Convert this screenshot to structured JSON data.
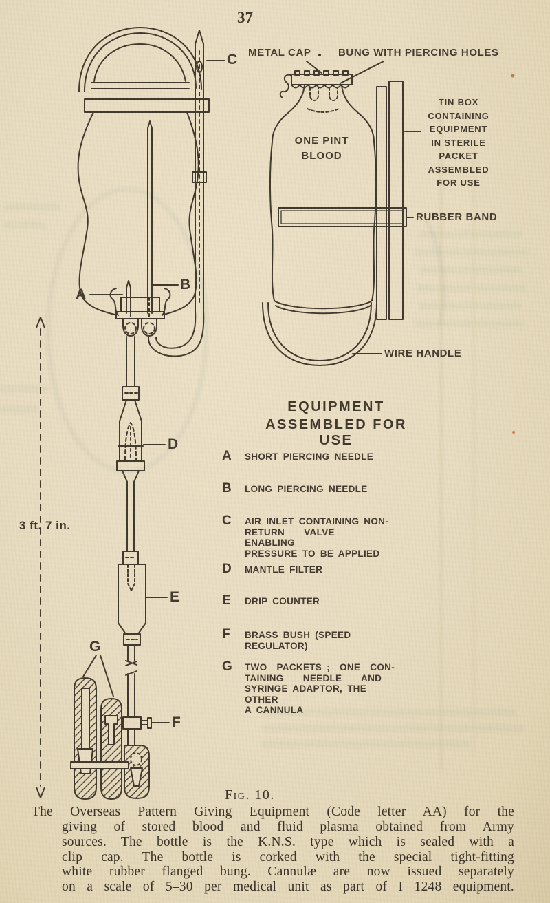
{
  "page": {
    "number": "37"
  },
  "diagram": {
    "labels": {
      "a": "A",
      "b": "B",
      "c": "C",
      "d": "D",
      "e": "E",
      "f": "F",
      "g": "G",
      "metal_cap": "METAL CAP",
      "bung": "BUNG WITH PIERCING HOLES",
      "tin_box": "TIN BOX\nCONTAINING\nEQUIPMENT\nIN STERILE\nPACKET\nASSEMBLED\nFOR USE",
      "one_pint": "ONE PINT\nBLOOD",
      "rubber_band": "RUBBER BAND",
      "wire_handle": "WIRE HANDLE",
      "measurement": "3 ft. 7 in."
    }
  },
  "legend": {
    "heading_line1": "EQUIPMENT",
    "heading_line2": "ASSEMBLED FOR USE",
    "items": [
      {
        "letter": "A",
        "text": "SHORT PIERCING NEEDLE"
      },
      {
        "letter": "B",
        "text": "LONG PIERCING NEEDLE"
      },
      {
        "letter": "C",
        "text": "AIR INLET CONTAINING NON-\nRETURN    VALVE     ENABLING\nPRESSURE TO BE APPLIED"
      },
      {
        "letter": "D",
        "text": "MANTLE FILTER"
      },
      {
        "letter": "E",
        "text": "DRIP COUNTER"
      },
      {
        "letter": "F",
        "text": "BRASS BUSH (SPEED REGULATOR)"
      },
      {
        "letter": "G",
        "text": "TWO  PACKETS ;  ONE  CON-\nTAINING    NEEDLE    AND\nSYRINGE ADAPTOR, THE OTHER\nA CANNULA"
      }
    ]
  },
  "caption": {
    "figure": "Fig. 10.",
    "lines": [
      "The Overseas Pattern Giving Equipment (Code letter AA) for the",
      "giving of stored blood and fluid plasma obtained from Army",
      "sources.  The bottle is the K.N.S. type which is sealed with a",
      "clip cap.  The bottle is corked with the special tight-fitting",
      "white rubber flanged bung.  Cannulæ are now issued separately",
      "on a scale of 5–30 per medical unit as part of I 1248 equipment."
    ]
  }
}
